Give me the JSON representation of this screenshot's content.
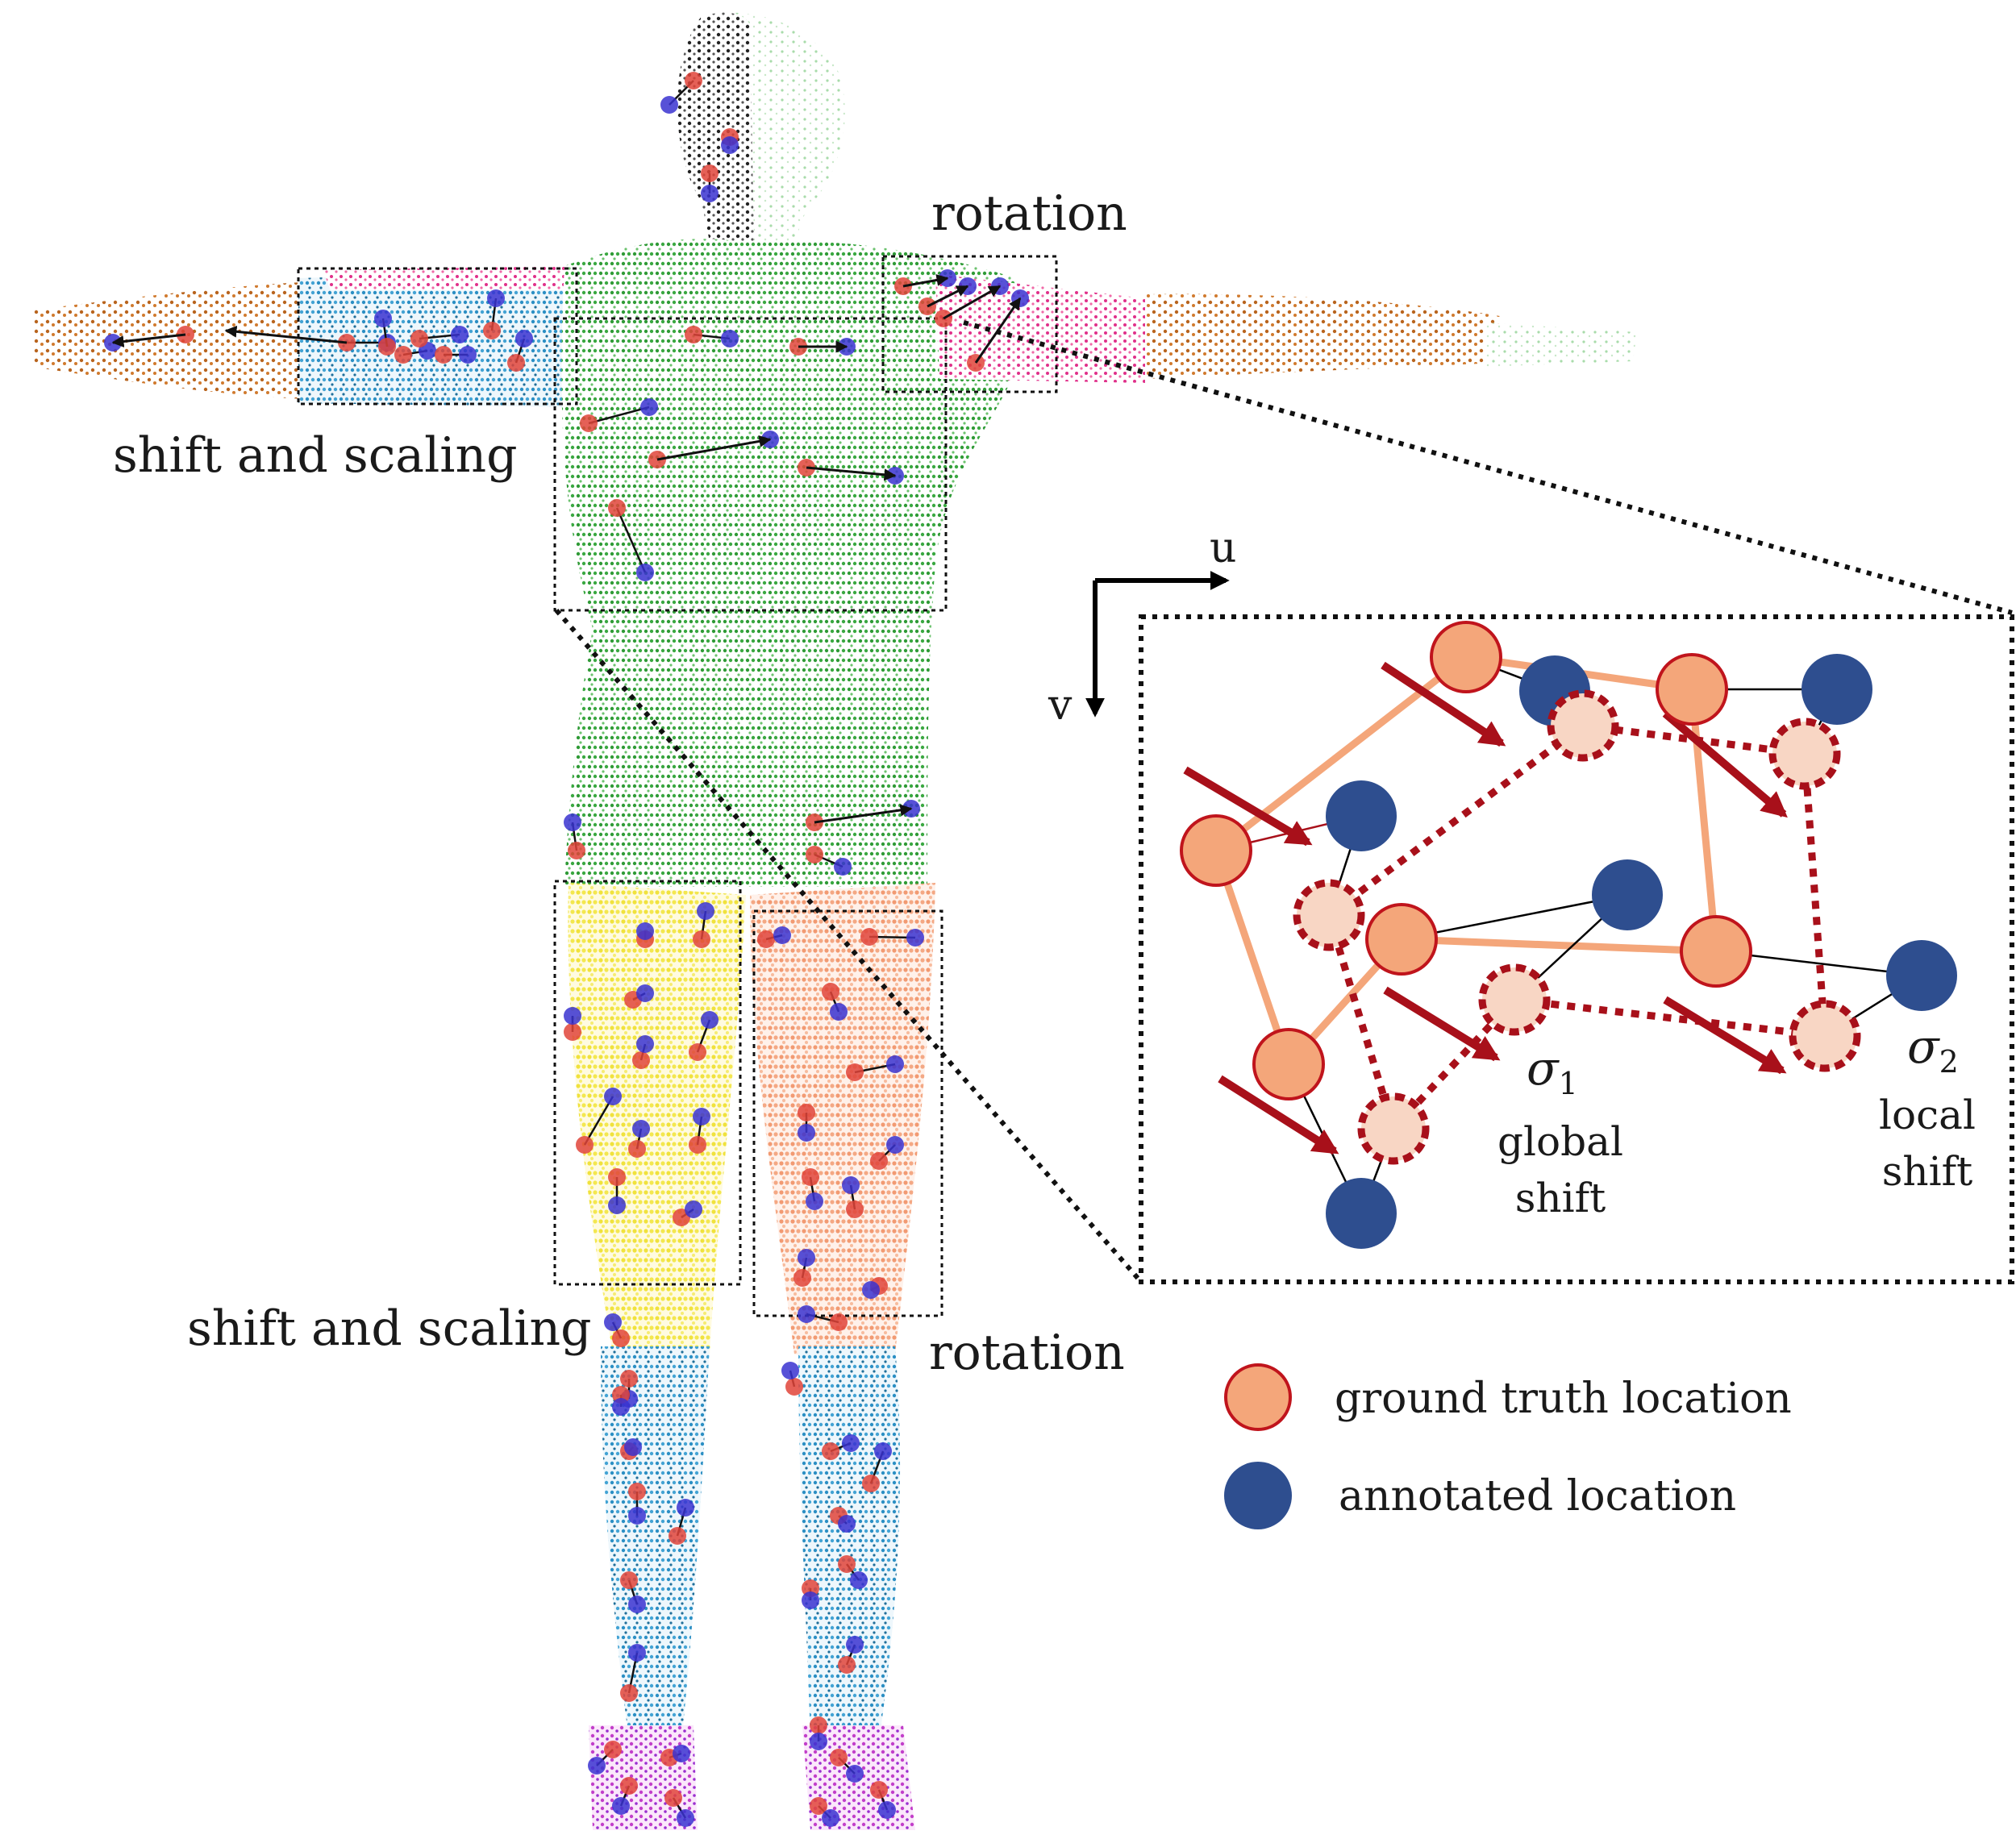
{
  "figure": {
    "labels": {
      "rotation_top": "rotation",
      "shift_scaling_top": "shift and scaling",
      "shift_scaling_bottom": "shift and scaling",
      "rotation_bottom": "rotation"
    },
    "inset": {
      "axis_u": "u",
      "axis_v": "v",
      "sigma1": "σ",
      "sigma1_sub": "1",
      "sigma2": "σ",
      "sigma2_sub": "2",
      "global_shift": [
        "global",
        "shift"
      ],
      "local_shift": [
        "local",
        "shift"
      ]
    },
    "legend": [
      {
        "label": "ground truth location",
        "marker": "ground-truth"
      },
      {
        "label": "annotated location",
        "marker": "annotated"
      }
    ],
    "colors": {
      "ground_truth_fill": "#f4a67a",
      "ground_truth_stroke": "#c0141c",
      "annotated_fill": "#2e4e8f",
      "shift_arrow": "#a8101a",
      "torso": "#3a9a3a",
      "thigh_left": "#f2e64a",
      "thigh_right": "#f4a47e",
      "shin": "#2a8fc0",
      "upper_arm": "#4aa6dc",
      "forearm": "#b8641e",
      "feet": "#c040c8",
      "head": "#2a2a2a"
    }
  }
}
